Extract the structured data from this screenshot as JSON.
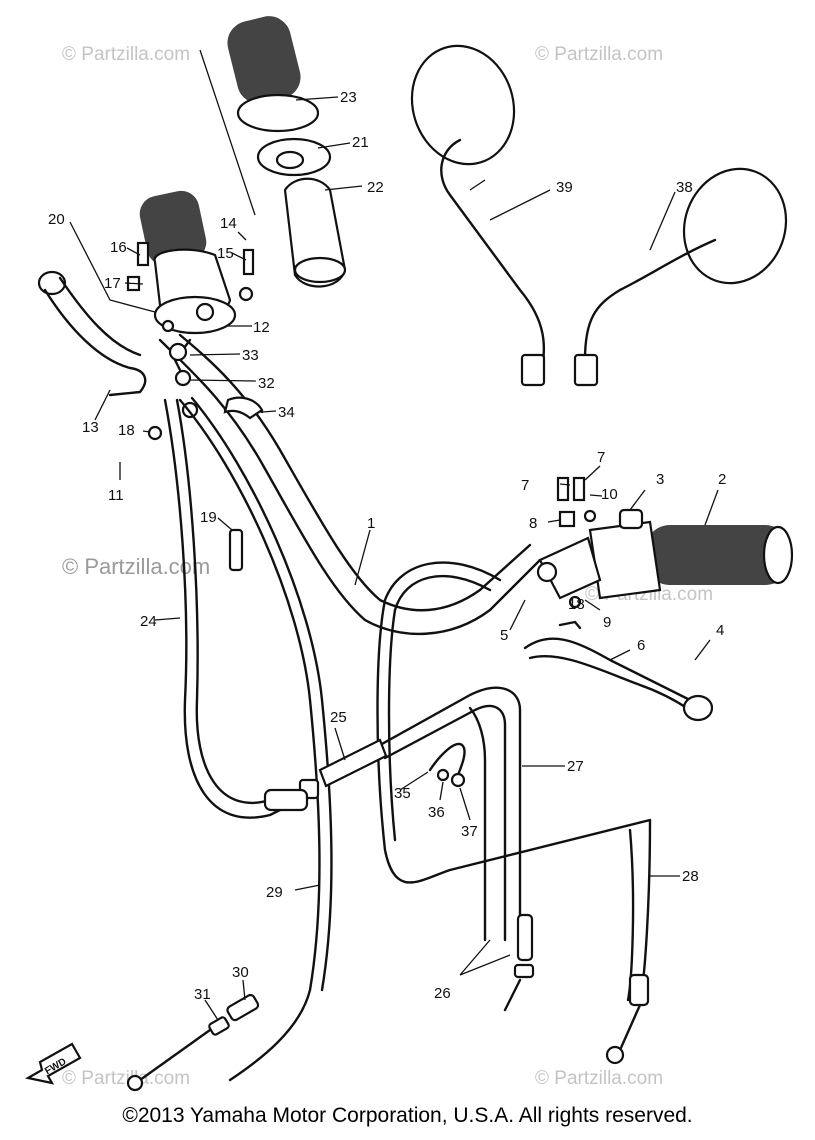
{
  "diagram": {
    "part_labels": [
      "1",
      "2",
      "3",
      "4",
      "5",
      "6",
      "7",
      "7",
      "8",
      "9",
      "10",
      "11",
      "12",
      "13",
      "14",
      "15",
      "16",
      "17",
      "18",
      "18",
      "19",
      "20",
      "21",
      "22",
      "23",
      "24",
      "25",
      "26",
      "27",
      "28",
      "29",
      "30",
      "31",
      "32",
      "33",
      "34",
      "35",
      "36",
      "37",
      "38",
      "39"
    ],
    "direction_label": "FWD",
    "watermarks": [
      "© Partzilla.com",
      "© Partzilla.com",
      "© Partzilla.com",
      "© Partzilla.com",
      "© Partzilla.com",
      "© Partzilla.com"
    ]
  },
  "footer": {
    "copyright": "©2013  Yamaha Motor Corporation, U.S.A. All rights reserved."
  }
}
